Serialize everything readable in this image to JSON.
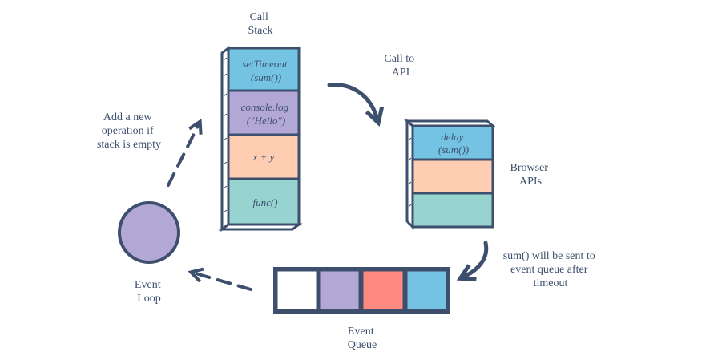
{
  "labels": {
    "call_stack": [
      "Call",
      "Stack"
    ],
    "call_to_api": [
      "Call to",
      "API"
    ],
    "add_operation": [
      "Add a new",
      "operation if",
      "stack is empty"
    ],
    "browser_apis": [
      "Browser",
      "APIs"
    ],
    "sent_to_queue": [
      "sum() will be sent to",
      "event queue after",
      "timeout"
    ],
    "event_loop": [
      "Event",
      "Loop"
    ],
    "event_queue": [
      "Event",
      "Queue"
    ]
  },
  "call_stack": [
    {
      "text": [
        "setTimeout",
        "(sum())"
      ],
      "color": "#74c3e2"
    },
    {
      "text": [
        "console.log",
        "(\"Hello\")"
      ],
      "color": "#b3a8d5"
    },
    {
      "text": [
        "x + y"
      ],
      "color": "#ffcdb1"
    },
    {
      "text": [
        "func()"
      ],
      "color": "#98d4cf"
    }
  ],
  "browser_apis": [
    {
      "text": [
        "delay",
        "(sum())"
      ],
      "color": "#74c3e2"
    },
    {
      "text": [],
      "color": "#ffcdb1"
    },
    {
      "text": [],
      "color": "#98d4cf"
    }
  ],
  "event_queue": [
    {
      "color": "#ffffff"
    },
    {
      "color": "#b3a8d5"
    },
    {
      "color": "#ff8a80"
    },
    {
      "color": "#74c3e2"
    }
  ],
  "colors": {
    "stroke": "#3e4f6e",
    "loop_fill": "#b3a8d5"
  }
}
